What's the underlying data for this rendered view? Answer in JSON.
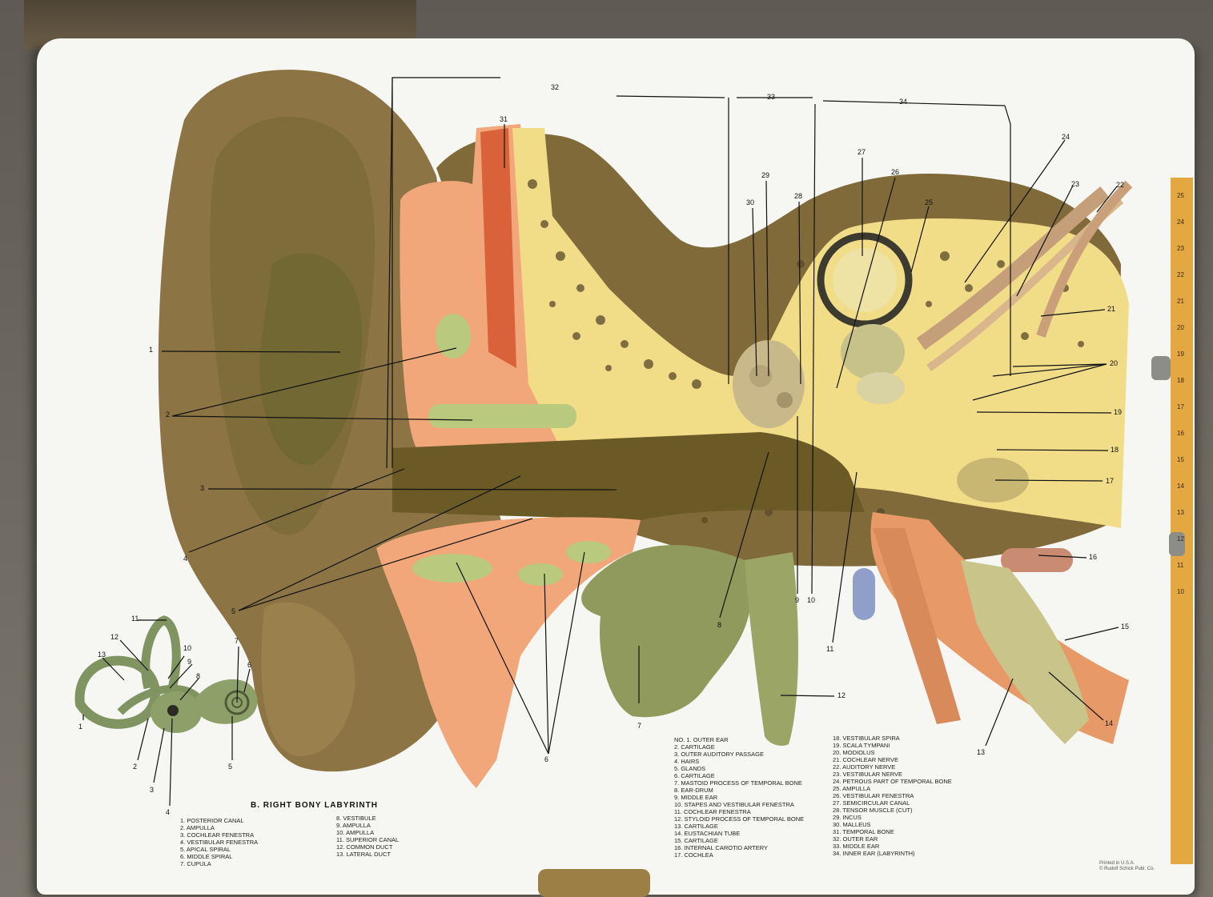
{
  "poster": {
    "bony_labyrinth_title": "B. RIGHT BONY LABYRINTH",
    "printed_line1": "Printed in U.S.A.",
    "printed_line2": "© Rudolf Schick Publ. Co.",
    "legend_main": [
      "NO. 1. OUTER EAR",
      "2. CARTILAGE",
      "3. OUTER AUDITORY PASSAGE",
      "4. HAIRS",
      "5. GLANDS",
      "6. CARTILAGE",
      "7. MASTOID PROCESS OF TEMPORAL BONE",
      "8. EAR-DRUM",
      "9. MIDDLE EAR",
      "10. STAPES AND VESTIBULAR FENESTRA",
      "11. COCHLEAR FENESTRA",
      "12. STYLOID PROCESS OF TEMPORAL BONE",
      "13. CARTILAGE",
      "14. EUSTACHIAN TUBE",
      "15. CARTILAGE",
      "16. INTERNAL CAROTID ARTERY",
      "17. COCHLEA"
    ],
    "legend_main_2": [
      "18. VESTIBULAR SPIRA",
      "19. SCALA TYMPANI",
      "20. MODIOLUS",
      "21. COCHLEAR NERVE",
      "22. AUDITORY NERVE",
      "23. VESTIBULAR NERVE",
      "24. PETROUS PART OF TEMPORAL BONE",
      "25. AMPULLA",
      "26. VESTIBULAR FENESTRA",
      "27. SEMICIRCULAR CANAL",
      "28. TENSOR MUSCLE (CUT)",
      "29. INCUS",
      "30. MALLEUS",
      "31. TEMPORAL BONE",
      "32. OUTER EAR",
      "33. MIDDLE EAR",
      "34. INNER EAR (LABYRINTH)"
    ],
    "legend_bony_1": [
      "1. POSTERIOR CANAL",
      "2. AMPULLA",
      "3. COCHLEAR FENESTRA",
      "4. VESTIBULAR FENESTRA",
      "5. APICAL SPIRAL",
      "6. MIDDLE SPIRAL",
      "7. CUPULA"
    ],
    "legend_bony_2": [
      "8. VESTIBULE",
      "9. AMPULLA",
      "10. AMPULLA",
      "11. SUPERIOR CANAL",
      "12. COMMON DUCT",
      "13. LATERAL DUCT"
    ],
    "callouts": {
      "c1": "1",
      "c2": "2",
      "c3": "3",
      "c4": "4",
      "c5": "5",
      "c6": "6",
      "c7": "7",
      "c8": "8",
      "c9": "9",
      "c10": "10",
      "c11": "11",
      "c12": "12",
      "c13": "13",
      "c14": "14",
      "c15": "15",
      "c16": "16",
      "c17": "17",
      "c18": "18",
      "c19": "19",
      "c20": "20",
      "c21": "21",
      "c22": "22",
      "c23": "23",
      "c24": "24",
      "c25": "25",
      "c26": "26",
      "c27": "27",
      "c28": "28",
      "c29": "29",
      "c30": "30",
      "c31": "31",
      "c32": "32",
      "c33": "33",
      "c34": "34"
    },
    "inset_callouts": {
      "i1": "1",
      "i2": "2",
      "i3": "3",
      "i4": "4",
      "i5": "5",
      "i6": "6",
      "i7": "7",
      "i8": "8",
      "i9": "9",
      "i10": "10",
      "i11": "11",
      "i12": "12",
      "i13": "13"
    },
    "ruler_marks": [
      "25",
      "24",
      "23",
      "22",
      "21",
      "20",
      "19",
      "18",
      "17",
      "16",
      "15",
      "14",
      "13",
      "12",
      "11",
      "10"
    ]
  },
  "colors": {
    "skin": "#8a7040",
    "cartilage": "#f0a87a",
    "bone": "#f0dc8a",
    "green": "#a7b377"
  }
}
